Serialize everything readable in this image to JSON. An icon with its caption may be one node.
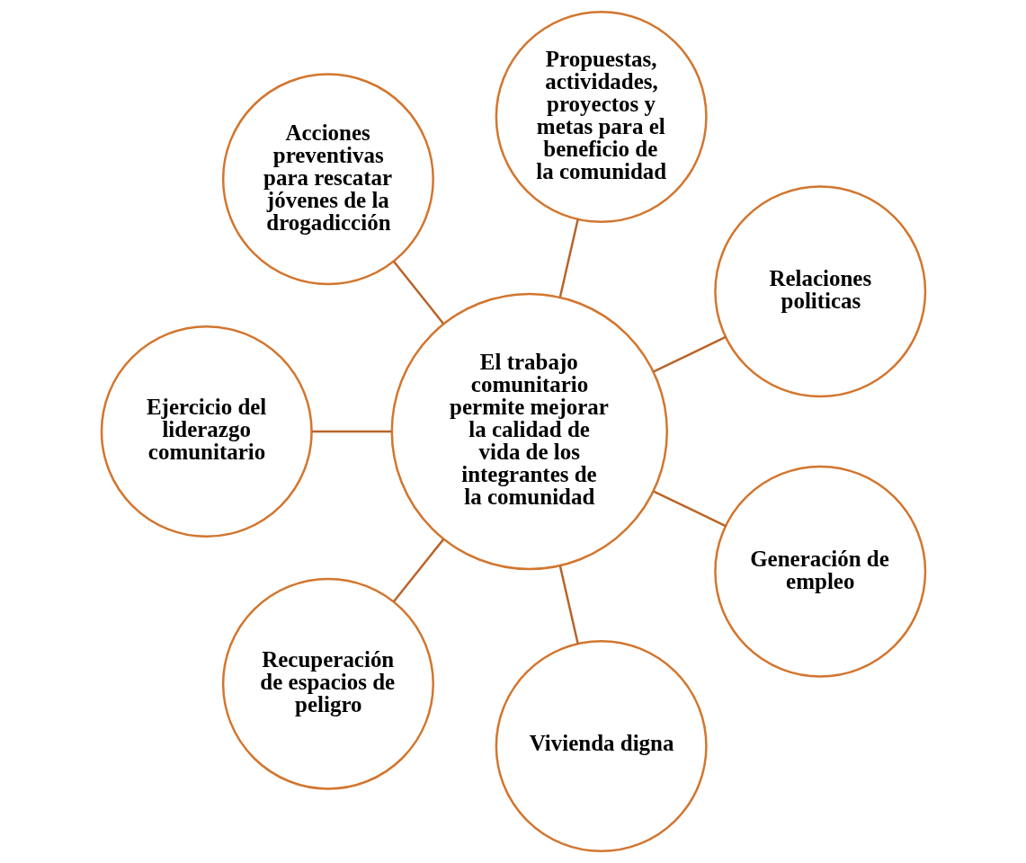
{
  "diagram": {
    "nodes": [
      {
        "text": [
          "Relaciones politicas"
        ]
      },
      {
        "text": [
          "Propuestas, actividades, proyectos y metas para el beneficio de la comunidad"
        ]
      },
      {
        "text": [
          "Acciones preventivas para rescatar jóvenes de la drogadicción"
        ]
      },
      {
        "text": [
          "El trabajo comunitario permite mejorar la calidad de vida de los integrantes de la comunidad"
        ]
      },
      {
        "text": [
          "Ejercicio del liderazgo comunitario"
        ]
      },
      {
        "text": [
          "Recuperación de espacios de peligro"
        ]
      },
      {
        "text": [
          "Vivienda digna"
        ]
      },
      {
        "text": [
          "Generación de empleo"
        ]
      }
    ],
    "edges": [
      {
        "from": 3,
        "to": 0,
        "arrow": "none"
      },
      {
        "from": 3,
        "to": 1,
        "arrow": "none"
      },
      {
        "from": 3,
        "to": 4,
        "arrow": "none"
      },
      {
        "from": 3,
        "to": 6,
        "arrow": "none"
      },
      {
        "from": 3,
        "to": 7,
        "arrow": "none"
      },
      {
        "from": 3,
        "to": 5,
        "arrow": "none"
      },
      {
        "from": 3,
        "to": 2,
        "arrow": "none"
      }
    ]
  }
}
